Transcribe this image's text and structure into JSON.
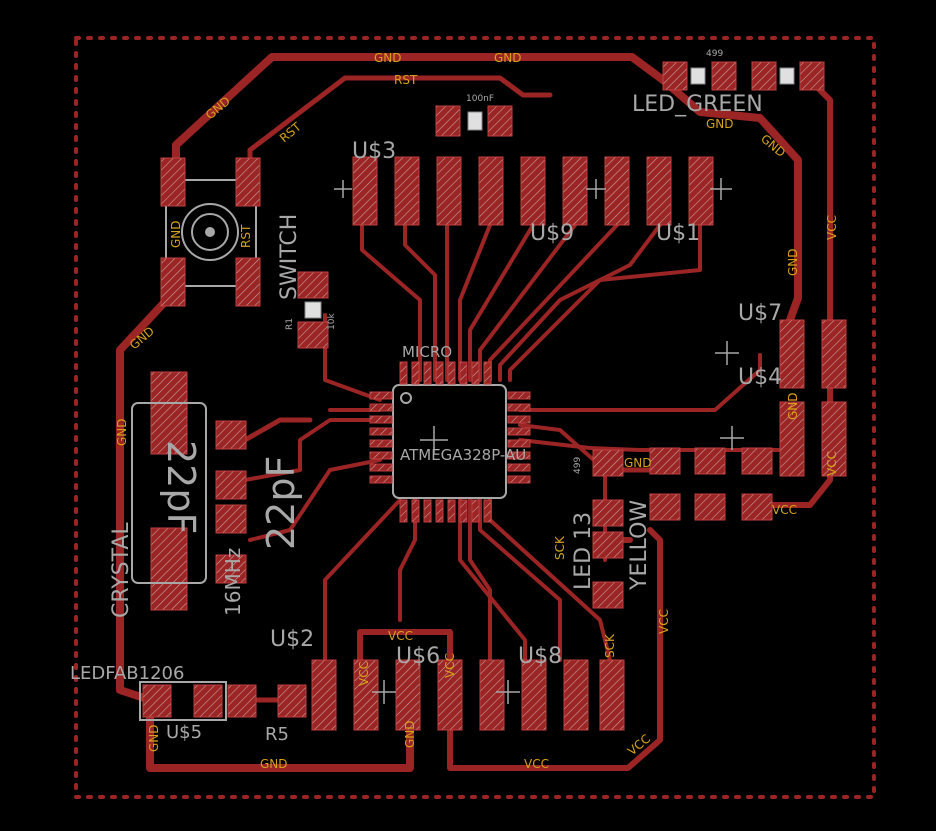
{
  "components": {
    "u3": "U$3",
    "u9": "U$9",
    "u1": "U$1",
    "u7": "U$7",
    "u4": "U$4",
    "u2": "U$2",
    "u6": "U$6",
    "u8": "U$8",
    "u5": "U$5",
    "r5": "R5",
    "r1": "R1",
    "led_green": "LED_GREEN",
    "ledfab": "LEDFAB1206",
    "micro": "MICRO",
    "mcu": "ATMEGA328P-AU",
    "switch": "SWITCH",
    "crystal": "CRYSTAL",
    "crystal_freq": "16MHz",
    "cap_a": "22pF",
    "cap_b": "22pF",
    "led13": "LED 13",
    "yellow": "YELLOW",
    "r_val_top": "499",
    "r_val_mid": "499",
    "cap_top": "100nF",
    "r1_val": "10k"
  },
  "nets": {
    "gnd": "GND",
    "vcc": "VCC",
    "rst": "RST",
    "sck": "SCK"
  }
}
